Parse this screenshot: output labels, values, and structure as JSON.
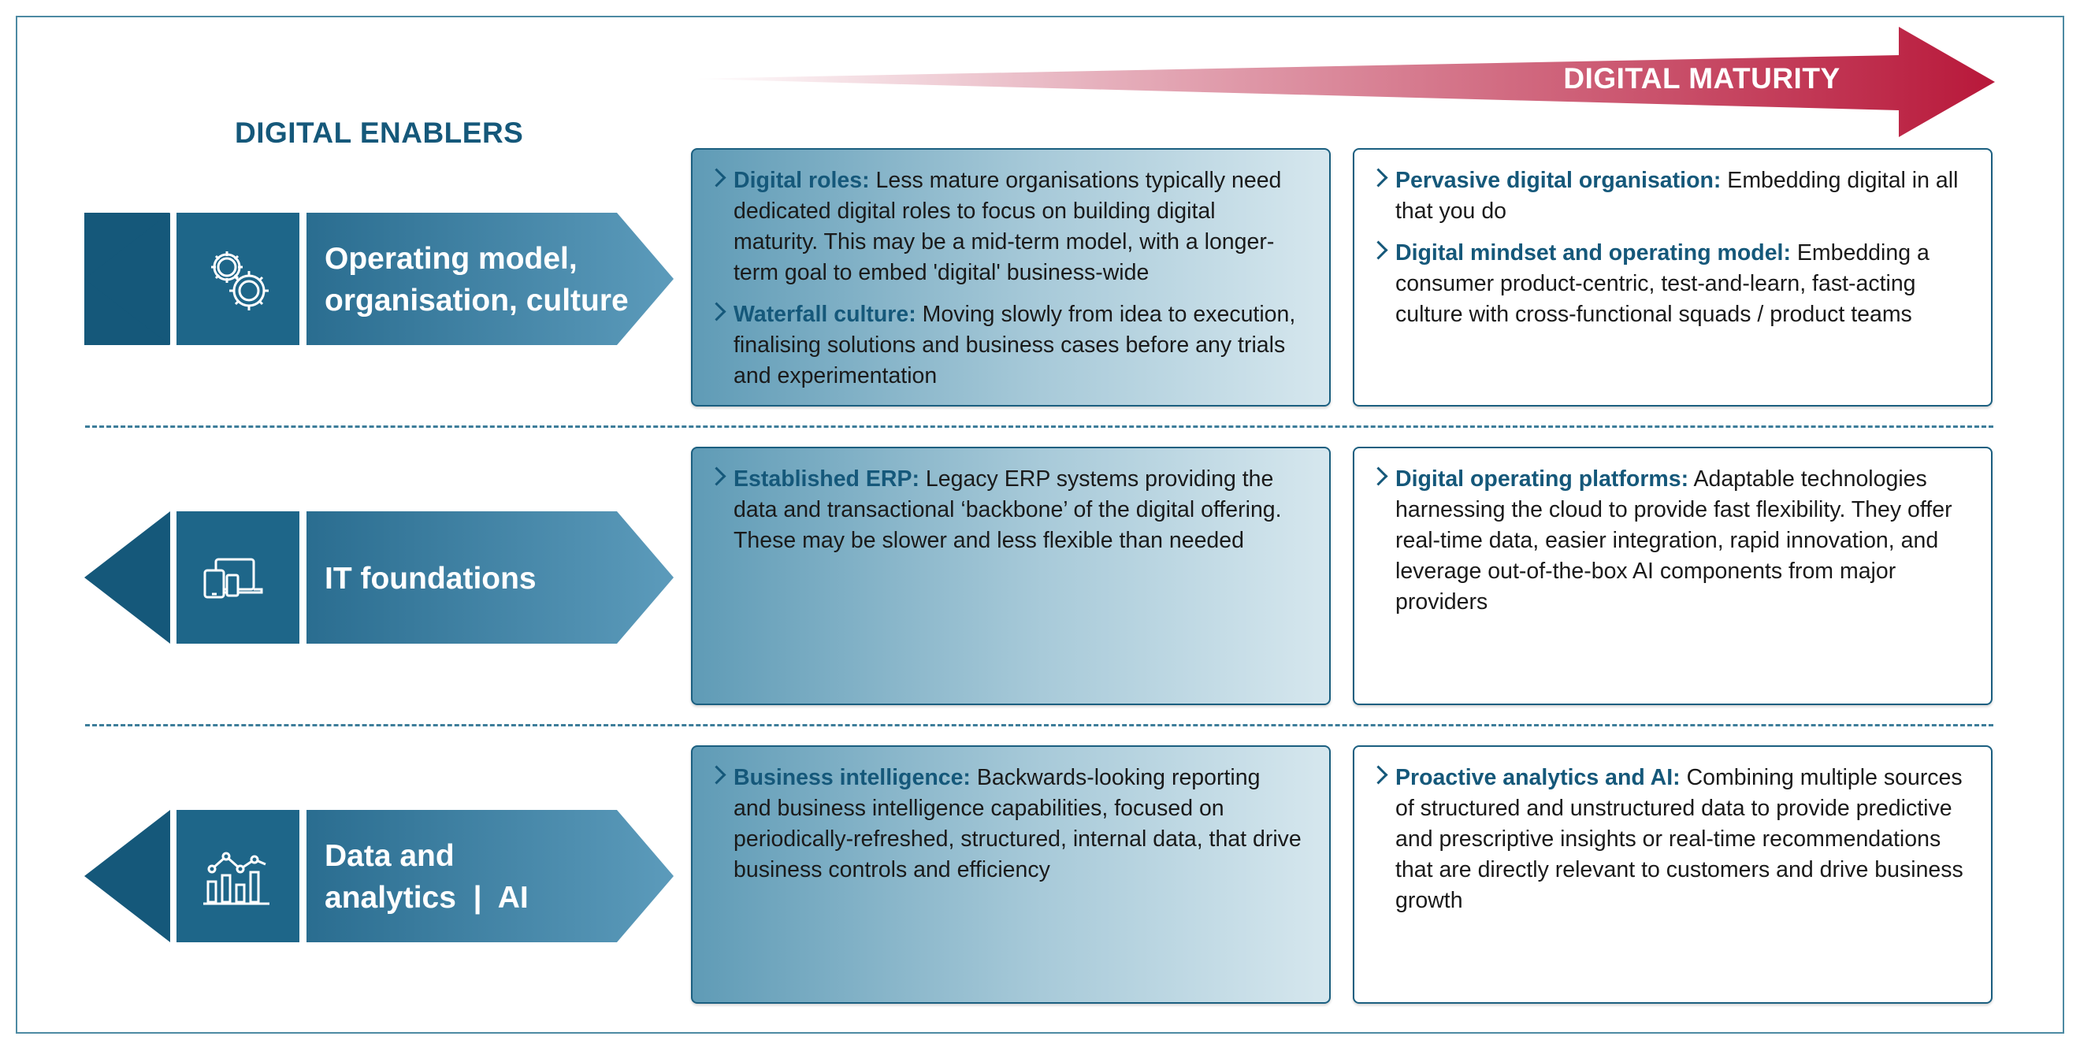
{
  "header": {
    "maturity_label": "DIGITAL MATURITY",
    "enablers_title": "DIGITAL ENABLERS"
  },
  "colors": {
    "dark_blue": "#15587a",
    "mid_blue": "#3f84a6",
    "maturity_red": "#b8183a",
    "card_border": "#1b5f80"
  },
  "rows": [
    {
      "enabler": {
        "label_line1": "Operating model,",
        "label_line2": "organisation, culture",
        "icon": "gears-icon"
      },
      "low_maturity": [
        {
          "lead": "Digital roles:",
          "text": " Less mature organisations typically need dedicated digital roles to focus on building digital maturity. This may be a mid-term model, with a longer-term goal to embed 'digital' business-wide"
        },
        {
          "lead": "Waterfall culture:",
          "text": " Moving slowly from idea to execution, finalising solutions and business cases before any trials and experimentation"
        }
      ],
      "high_maturity": [
        {
          "lead": "Pervasive digital organisation:",
          "text": " Embedding digital in all that you do"
        },
        {
          "lead": "Digital mindset and operating model:",
          "text": " Embedding a consumer product-centric, test-and-learn, fast-acting culture with cross-functional squads / product teams"
        }
      ]
    },
    {
      "enabler": {
        "label_line1": "IT foundations",
        "label_line2": "",
        "icon": "devices-icon"
      },
      "low_maturity": [
        {
          "lead": "Established ERP:",
          "text": " Legacy ERP systems providing the data and transactional ‘backbone’ of the digital offering. These may be slower and less flexible than needed"
        }
      ],
      "high_maturity": [
        {
          "lead": "Digital operating platforms:",
          "text": " Adaptable technologies harnessing the cloud to provide fast flexibility. They offer real-time data, easier integration, rapid innovation, and leverage out-of-the-box AI components from major providers"
        }
      ]
    },
    {
      "enabler": {
        "label_line1": "Data and",
        "label_line2": "analytics  |  AI",
        "icon": "analytics-chart-icon"
      },
      "low_maturity": [
        {
          "lead": "Business intelligence:",
          "text": " Backwards-looking reporting and business intelligence capabilities, focused on periodically-refreshed, structured, internal data, that drive business controls and efficiency"
        }
      ],
      "high_maturity": [
        {
          "lead": "Proactive analytics and AI:",
          "text": " Combining multiple sources of structured and unstructured data to provide predictive and prescriptive insights or real-time recommendations that are directly relevant to customers and drive business growth"
        }
      ]
    }
  ]
}
